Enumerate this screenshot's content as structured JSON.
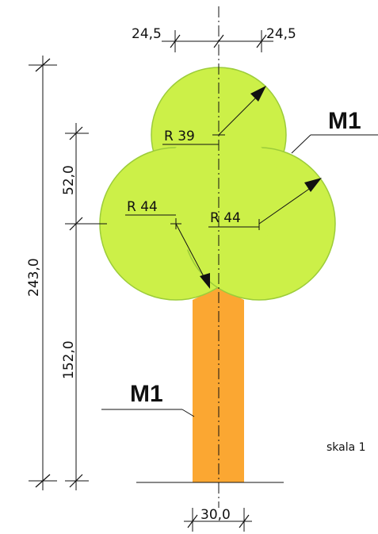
{
  "colors": {
    "crown_fill": "#ccf048",
    "crown_stroke": "#9ccc3a",
    "trunk_fill": "#fba732",
    "line": "#111111"
  },
  "labels": {
    "top_left": "24,5",
    "top_right": "24,5",
    "overall_height": "243,0",
    "crown_lower": "52,0",
    "trunk_height": "152,0",
    "bottom_width": "30,0",
    "radius_top": "R 39",
    "radius_left": "R 44",
    "radius_right": "R 44",
    "material_crown": "M1",
    "material_trunk": "M1",
    "scale_note": "skala 1"
  }
}
